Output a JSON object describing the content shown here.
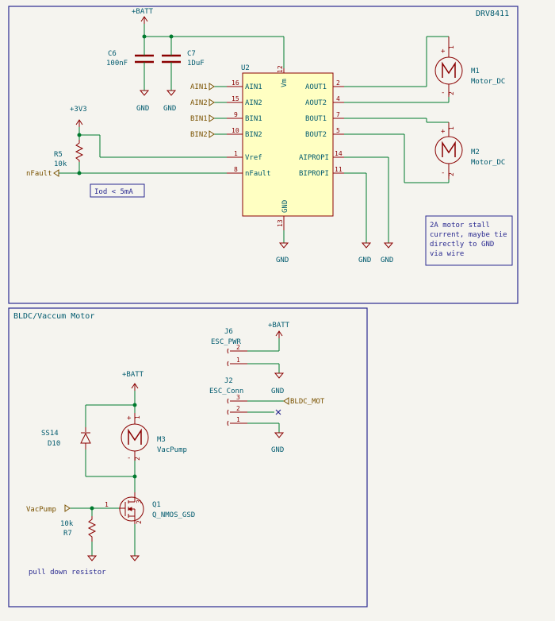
{
  "sheet": {
    "top_title": "DRV8411",
    "bottom_title": "BLDC/Vaccum Motor"
  },
  "power": {
    "batt": "+BATT",
    "v33": "+3V3",
    "gnd": "GND"
  },
  "c6": {
    "ref": "C6",
    "value": "100nF"
  },
  "c7": {
    "ref": "C7",
    "value": "1DuF"
  },
  "u2": {
    "ref": "U2",
    "left_pins": [
      {
        "num": "16",
        "name": "AIN1"
      },
      {
        "num": "15",
        "name": "AIN2"
      },
      {
        "num": "9",
        "name": "BIN1"
      },
      {
        "num": "10",
        "name": "BIN2"
      },
      {
        "num": "1",
        "name": "Vref"
      },
      {
        "num": "8",
        "name": "nFault"
      }
    ],
    "right_pins": [
      {
        "num": "2",
        "name": "AOUT1"
      },
      {
        "num": "4",
        "name": "AOUT2"
      },
      {
        "num": "7",
        "name": "BOUT1"
      },
      {
        "num": "5",
        "name": "BOUT2"
      },
      {
        "num": "14",
        "name": "AIPROPI"
      },
      {
        "num": "11",
        "name": "BIPROPI"
      }
    ],
    "top_pin": {
      "num": "12",
      "name": "Vm"
    },
    "bottom_pin": {
      "num": "13",
      "name": "GND"
    }
  },
  "labels": {
    "ain1": "AIN1",
    "ain2": "AIN2",
    "bin1": "BIN1",
    "bin2": "BIN2",
    "nfault": "nFault",
    "bldc_mot": "BLDC_MOT",
    "vacpump": "VacPump"
  },
  "r5": {
    "ref": "R5",
    "value": "10k"
  },
  "r7": {
    "ref": "R7",
    "value": "10k"
  },
  "m1": {
    "ref": "M1",
    "value": "Motor_DC"
  },
  "m2": {
    "ref": "M2",
    "value": "Motor_DC"
  },
  "m3": {
    "ref": "M3",
    "value": "VacPump"
  },
  "d10": {
    "ref": "D10",
    "value": "SS14"
  },
  "q1": {
    "ref": "Q1",
    "value": "Q_NMOS_GSD"
  },
  "j6": {
    "ref": "J6",
    "value": "ESC_PWR"
  },
  "j2": {
    "ref": "J2",
    "value": "ESC_Conn"
  },
  "pins": {
    "p1": "1",
    "p2": "2",
    "p3": "3"
  },
  "motor_signs": {
    "plus": "+",
    "minus": "-"
  },
  "notes": {
    "iod": "Iod < 5mA",
    "stall": [
      "2A motor stall",
      "current, maybe tie",
      "directly to GND",
      "via wire"
    ],
    "pulldown": "pull down resistor"
  },
  "colors": {
    "wire": "#007a2e",
    "symbol": "#8a0000",
    "text": "#005a6e",
    "label": "#7a5200",
    "ic_fill": "#ffffc2",
    "sheet_border": "#2a2a90"
  }
}
